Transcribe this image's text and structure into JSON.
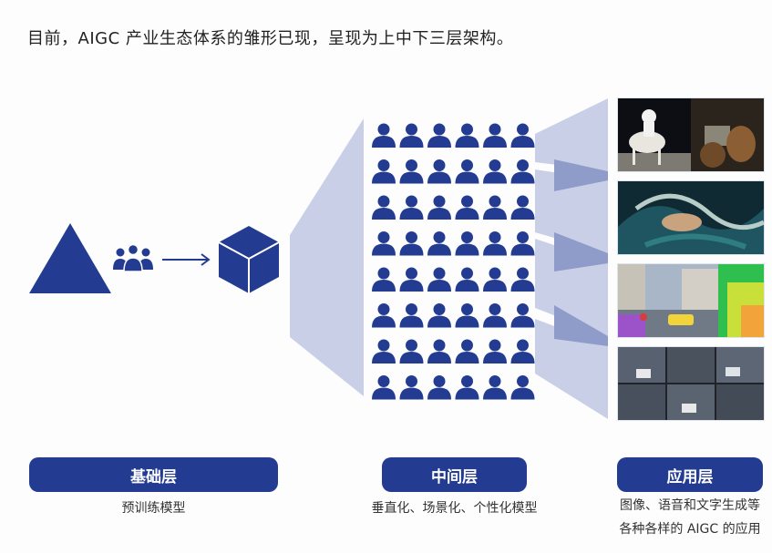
{
  "headline": "目前，AIGC 产业生态体系的雏形已现，呈现为上中下三层架构。",
  "colors": {
    "primary": "#233c92",
    "funnel_light": "#c9cfe6",
    "funnel_mid": "#8f9bc9"
  },
  "icons": [
    "triangle-icon",
    "people-group-icon",
    "arrow-right-icon",
    "cube-icon",
    "person-icon"
  ],
  "layers": [
    {
      "label": "基础层",
      "caption_lines": [
        "预训练模型"
      ]
    },
    {
      "label": "中间层",
      "caption_lines": [
        "垂直化、场景化、个性化模型"
      ]
    },
    {
      "label": "应用层",
      "caption_lines": [
        "图像、语音和文字生成等",
        "各种各样的 AIGC 的应用"
      ]
    }
  ],
  "people_grid": {
    "rows": 8,
    "cols": 6
  },
  "thumbnails": [
    {
      "name": "astronaut-horse-image"
    },
    {
      "name": "abstract-swirl-image"
    },
    {
      "name": "street-scene-image"
    },
    {
      "name": "driving-dashcam-image"
    }
  ]
}
